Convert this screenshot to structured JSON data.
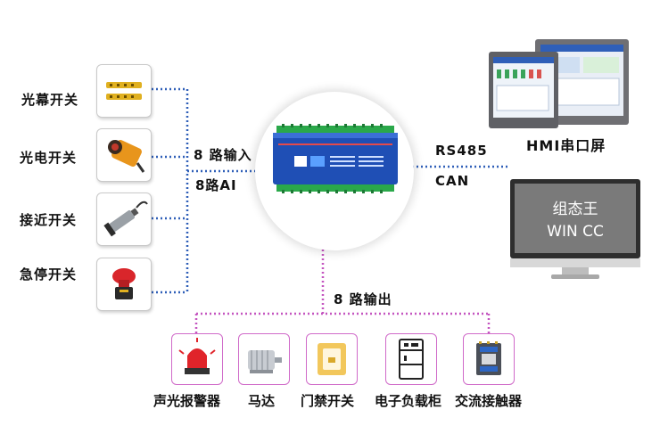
{
  "inputs": [
    {
      "label": "光幕开关",
      "icon": "light-curtain-icon"
    },
    {
      "label": "光电开关",
      "icon": "photoelectric-sensor-icon"
    },
    {
      "label": "接近开关",
      "icon": "proximity-sensor-icon"
    },
    {
      "label": "急停开关",
      "icon": "emergency-stop-icon"
    }
  ],
  "input_label_1": "8 路输入",
  "input_label_2": "8路AI",
  "comm_label_1": "RS485",
  "comm_label_2": "CAN",
  "output_label": "8 路输出",
  "hmi_label": "HMI串口屏",
  "monitor": {
    "line1": "组态王",
    "line2": "WIN CC"
  },
  "outputs": [
    {
      "label": "声光报警器",
      "icon": "alarm-light-icon"
    },
    {
      "label": "马达",
      "icon": "motor-icon"
    },
    {
      "label": "门禁开关",
      "icon": "access-switch-icon"
    },
    {
      "label": "电子负载柜",
      "icon": "load-cabinet-icon"
    },
    {
      "label": "交流接触器",
      "icon": "contactor-icon"
    }
  ],
  "colors": {
    "input_line": "#2f5fb8",
    "output_line": "#c455c0",
    "comm_line": "#2f5fb8",
    "device_blue": "#1f4fb5"
  }
}
